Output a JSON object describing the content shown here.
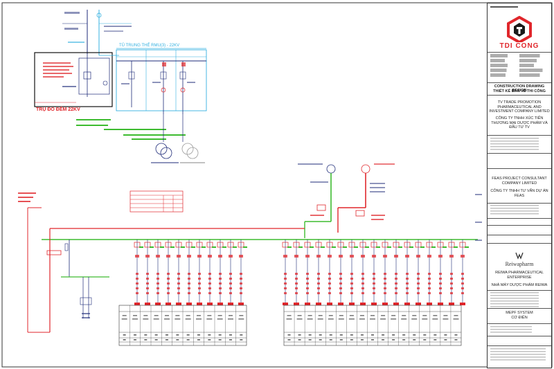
{
  "diagram": {
    "trudo": "TRỤ ĐO ĐẾM 22KV",
    "tu_trung_the": "TỦ TRUNG THẾ RMU(3) - 22KV"
  },
  "titleblock": {
    "construction_title_en": "CONSTRUCTION DRAWING DESIGN",
    "construction_title_vi": "THIẾT KẾ BẢN VẼ THI CÔNG",
    "owner_en": "TV TRADE PROMOTION PHARMACEUTICAL AND INVESTMENT COMPANY LIMITED",
    "owner_vi": "CÔNG TY TNHH XÚC TIẾN THƯƠNG MẠI DƯỢC PHẨM VÀ ĐẦU TƯ TV",
    "consultant_en": "FEAS PROJECT CONSULTANT COMPANY LIMITED",
    "consultant_vi": "CÔNG TY TNHH TƯ VẤN DỰ ÁN FEAS",
    "project_brand": "Reiwapharm",
    "project_en": "REIWA PHARMACEUTICAL ENTERPRISE",
    "project_vi": "NHÀ MÁY DƯỢC PHẨM REIWA",
    "system_en": "MEPF SYSTEM",
    "system_vi": "CƠ ĐIỆN",
    "logo_text": "TDI CONG"
  },
  "colors": {
    "green": "#3dbb2f",
    "red": "#e0262b",
    "cyan": "#33b0e0",
    "navy": "#1d2a78"
  }
}
